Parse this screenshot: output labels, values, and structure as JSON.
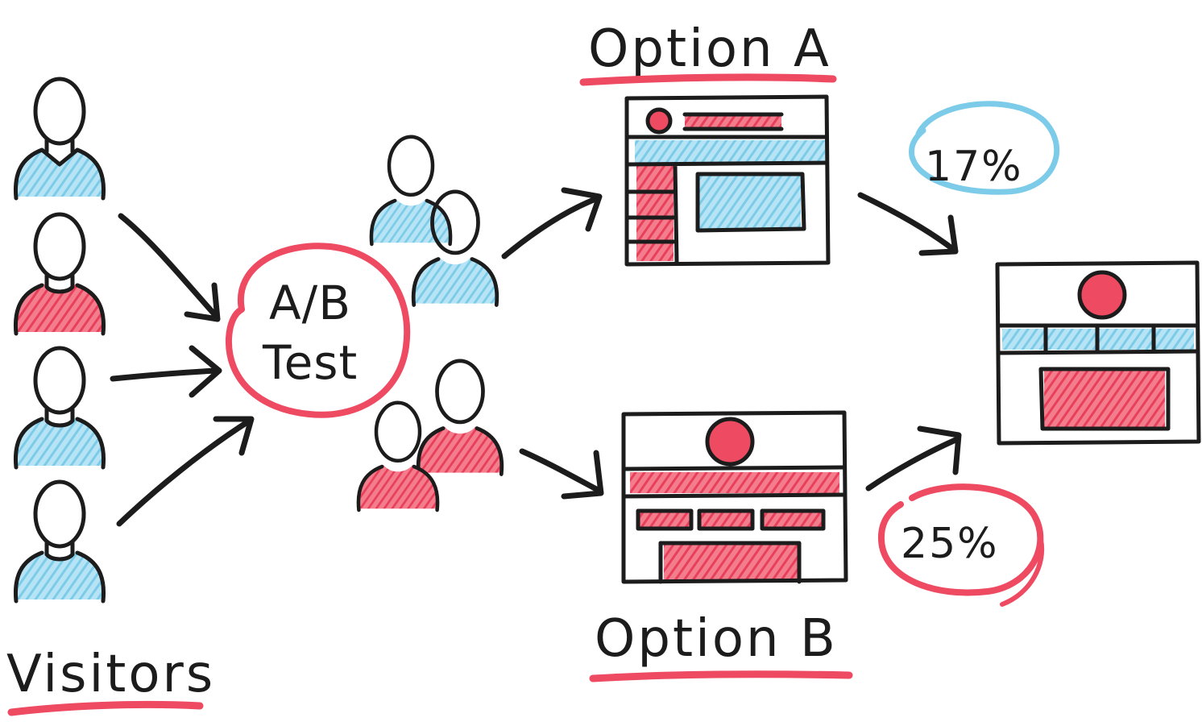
{
  "labels": {
    "visitors": "Visitors",
    "test_line1": "A/B",
    "test_line2": "Test",
    "option_a": "Option A",
    "option_b": "Option B",
    "pct_a": "17%",
    "pct_b": "25%"
  },
  "colors": {
    "ink": "#1c1c1c",
    "blue": "#8fd3ee",
    "red": "#ee4a61",
    "blue_ring": "#7ccbe8",
    "background": "#ffffff"
  },
  "visitor_colors": [
    "blue",
    "red",
    "blue",
    "blue"
  ],
  "icons": {
    "visitor": "person-icon",
    "page": "webpage-wireframe-icon",
    "arrow": "arrow-icon"
  }
}
